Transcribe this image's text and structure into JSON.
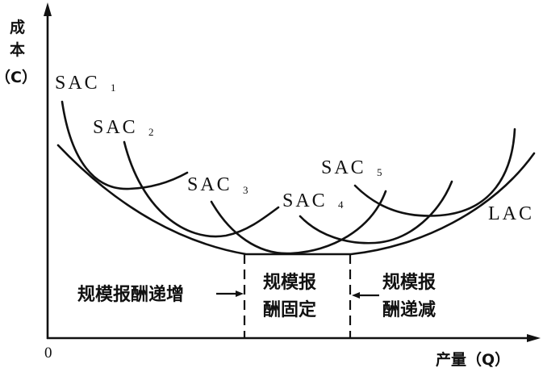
{
  "axes": {
    "y_label_line1": "成",
    "y_label_line2": "本",
    "y_label_line3": "（C）",
    "x_label": "产量（Q）",
    "origin": "0"
  },
  "curves": {
    "sac1": {
      "name": "SAC",
      "sub": "1"
    },
    "sac2": {
      "name": "SAC",
      "sub": "2"
    },
    "sac3": {
      "name": "SAC",
      "sub": "3"
    },
    "sac4": {
      "name": "SAC",
      "sub": "4"
    },
    "sac5": {
      "name": "SAC",
      "sub": "5"
    },
    "lac": {
      "name": "LAC"
    }
  },
  "regions": {
    "increasing": "规模报酬递增",
    "constant_line1": "规模报",
    "constant_line2": "酬固定",
    "decreasing_line1": "规模报",
    "decreasing_line2": "酬递减"
  }
}
